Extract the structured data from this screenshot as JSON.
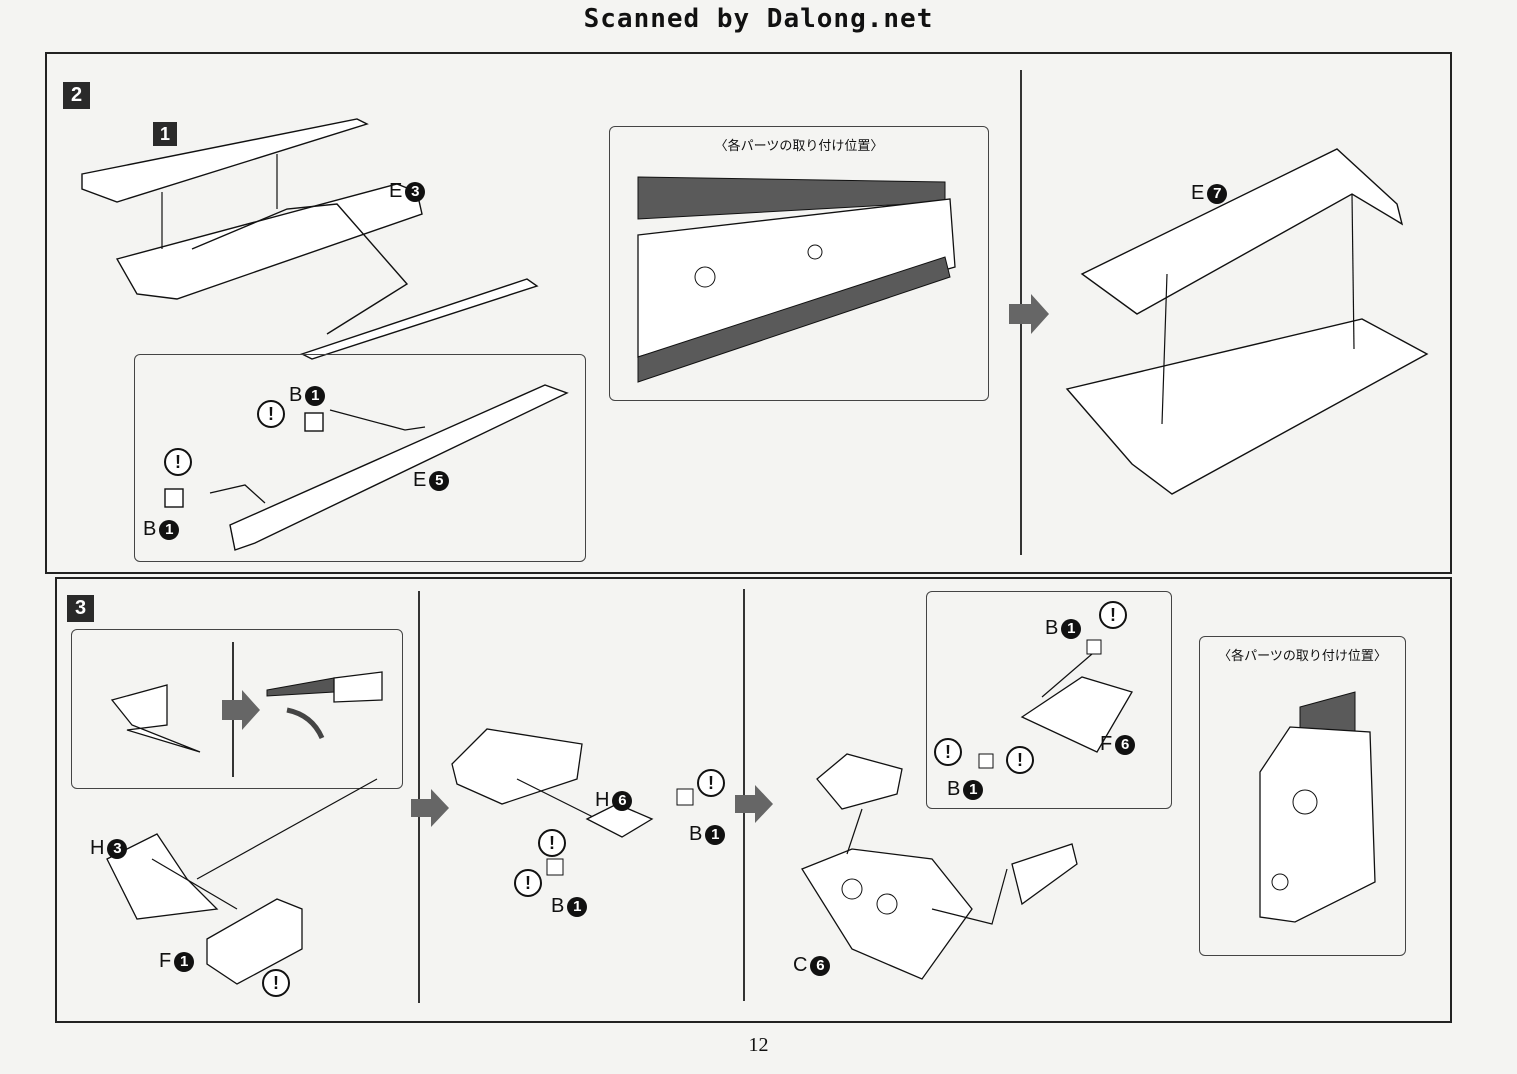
{
  "header": {
    "scan_credit": "Scanned by Dalong.net"
  },
  "step2": {
    "step": "2",
    "substep": "1",
    "inset_title": "〈各パーツの取り付け位置〉",
    "labels": {
      "e3": {
        "letter": "E",
        "num": "3"
      },
      "b1_top": {
        "letter": "B",
        "num": "1"
      },
      "b1_bottom": {
        "letter": "B",
        "num": "1"
      },
      "e5": {
        "letter": "E",
        "num": "5"
      },
      "e7": {
        "letter": "E",
        "num": "7"
      }
    },
    "warn_symbol": "!"
  },
  "step3": {
    "step": "3",
    "inset_title": "〈各パーツの取り付け位置〉",
    "labels": {
      "h3": {
        "letter": "H",
        "num": "3"
      },
      "f1": {
        "letter": "F",
        "num": "1"
      },
      "h6": {
        "letter": "H",
        "num": "6"
      },
      "b1_a": {
        "letter": "B",
        "num": "1"
      },
      "b1_b": {
        "letter": "B",
        "num": "1"
      },
      "c6": {
        "letter": "C",
        "num": "6"
      },
      "b1_c": {
        "letter": "B",
        "num": "1"
      },
      "b1_d": {
        "letter": "B",
        "num": "1"
      },
      "f6": {
        "letter": "F",
        "num": "6"
      }
    },
    "warn_symbol": "!"
  },
  "footer": {
    "page_number": "12"
  },
  "colors": {
    "ink": "#111111",
    "paper": "#f4f4f2",
    "shade": "#555555",
    "arrow": "#666666"
  }
}
